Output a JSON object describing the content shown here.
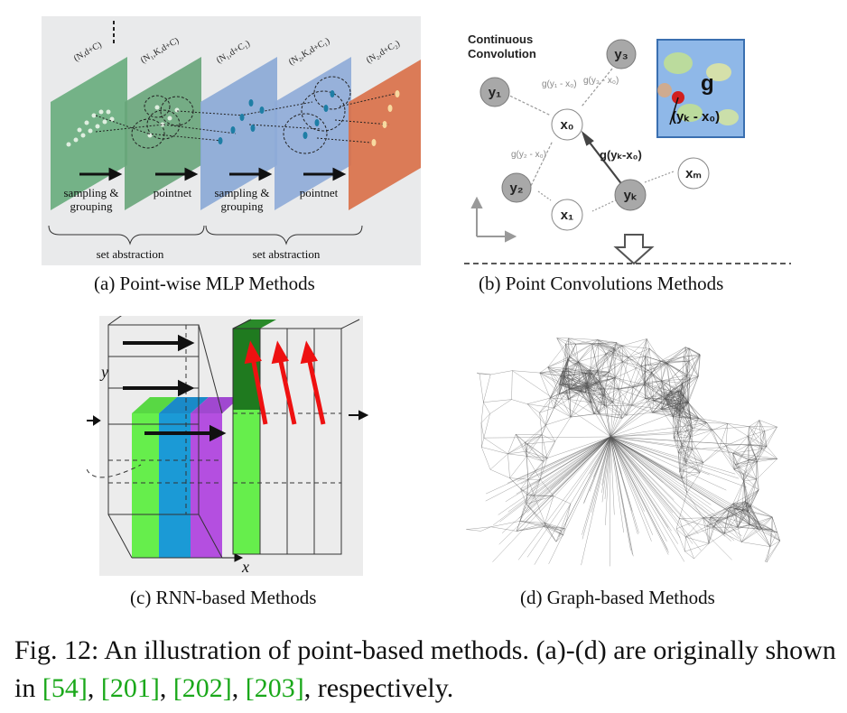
{
  "figure": {
    "caption_prefix": "Fig. 12: An illustration of point-based methods. (a)-(d) are originally shown in ",
    "cite_1": "[54]",
    "cite_2": "[201]",
    "cite_3": "[202]",
    "cite_4": "[203]",
    "sep": ", ",
    "caption_suffix": ", respectively."
  },
  "panel_a": {
    "caption": "(a) Point-wise MLP Methods",
    "plane_labels": [
      "(N,d+C)",
      "(N₁,K,d+C)",
      "(N₁,d+C₁)",
      "(N₂,K,d+C₁)",
      "(N₂,d+C₂)"
    ],
    "step_1": "sampling &",
    "step_1b": "grouping",
    "step_2": "pointnet",
    "step_3": "sampling &",
    "step_3b": "grouping",
    "step_4": "pointnet",
    "group_1": "set abstraction",
    "group_2": "set abstraction"
  },
  "panel_b": {
    "caption": "(b) Point Convolutions Methods",
    "title_1": "Continuous",
    "title_2": "Convolution",
    "y1": "y₁",
    "y2": "y₂",
    "y3": "y₃",
    "yk": "yₖ",
    "x0": "x₀",
    "x1": "x₁",
    "xm": "xₘ",
    "g1": "g(y₁ - x₀)",
    "g2": "g(y₂ - x₀)",
    "g3": "g(y₃ - x₀)",
    "gk": "g(yₖ-x₀)",
    "kernel_g": "g",
    "kernel_arg": "(yₖ - x₀)"
  },
  "panel_c": {
    "caption": "(c) RNN-based Methods",
    "axis_y": "y",
    "axis_x": "x"
  },
  "panel_d": {
    "caption": "(d) Graph-based Methods"
  },
  "colors": {
    "citation": "#1aa81a",
    "plane_green": "#5fa876",
    "plane_blue": "#8aa9d6",
    "plane_orange": "#d9714a",
    "rnn_green": "#66ee4c",
    "rnn_blue": "#1b9ad6",
    "rnn_purple": "#b44fe0",
    "arrow_red": "#ee1111"
  }
}
